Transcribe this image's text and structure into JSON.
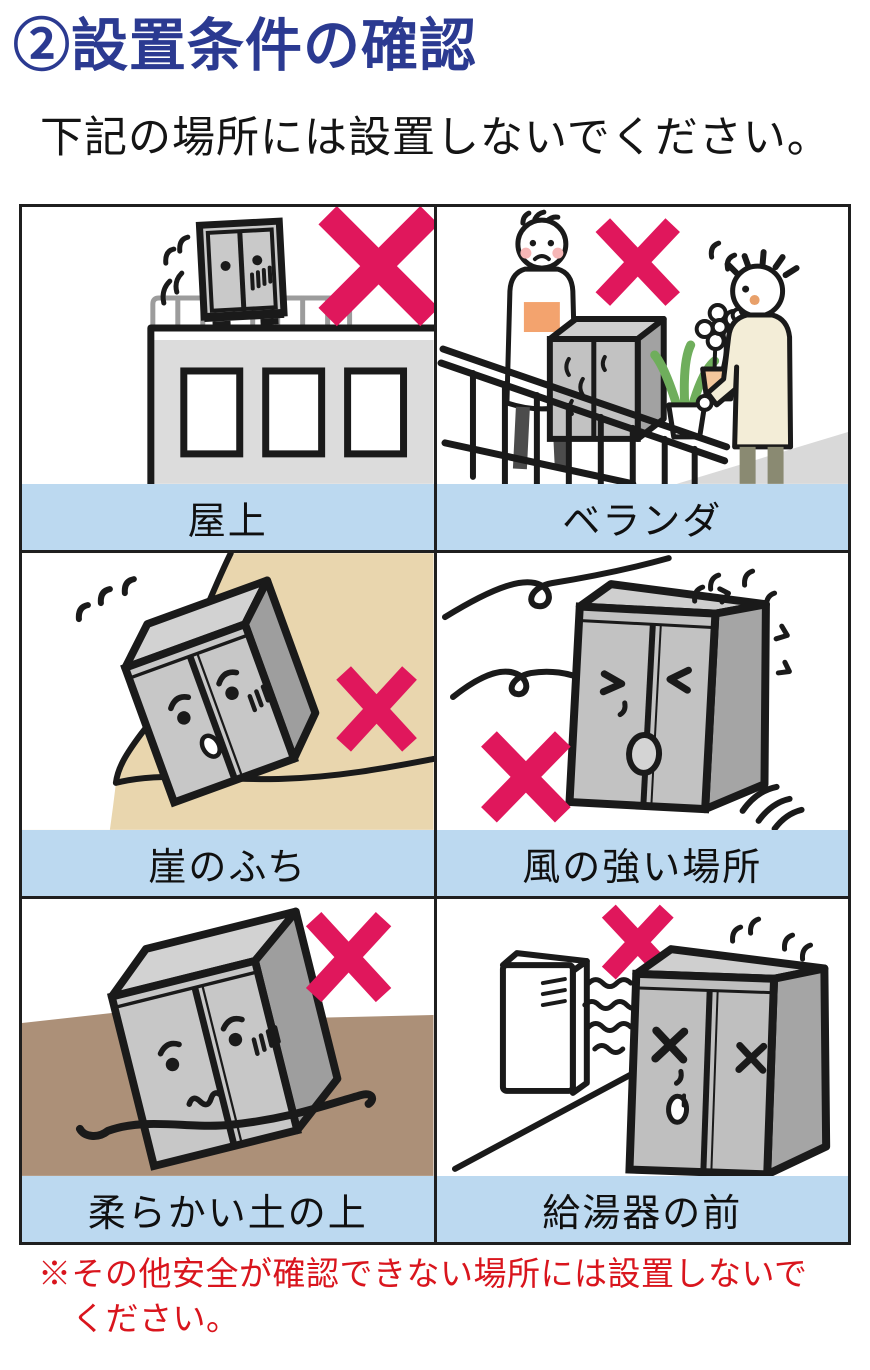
{
  "page": {
    "title": "②設置条件の確認",
    "subtitle": "下記の場所には設置しないでください。",
    "note_lines": [
      "※その他安全が確認できない場所には設置しないで",
      "ください。"
    ]
  },
  "panels": [
    {
      "label": "屋上"
    },
    {
      "label": "ベランダ"
    },
    {
      "label": "崖のふち"
    },
    {
      "label": "風の強い場所"
    },
    {
      "label": "柔らかい土の上"
    },
    {
      "label": "給湯器の前"
    }
  ],
  "colors": {
    "title-blue": "#2b3a91",
    "note-red": "#d9151d",
    "x-pink": "#e0175c",
    "label-bg": "#bcd9f0",
    "border-dark": "#1f1f1f"
  }
}
